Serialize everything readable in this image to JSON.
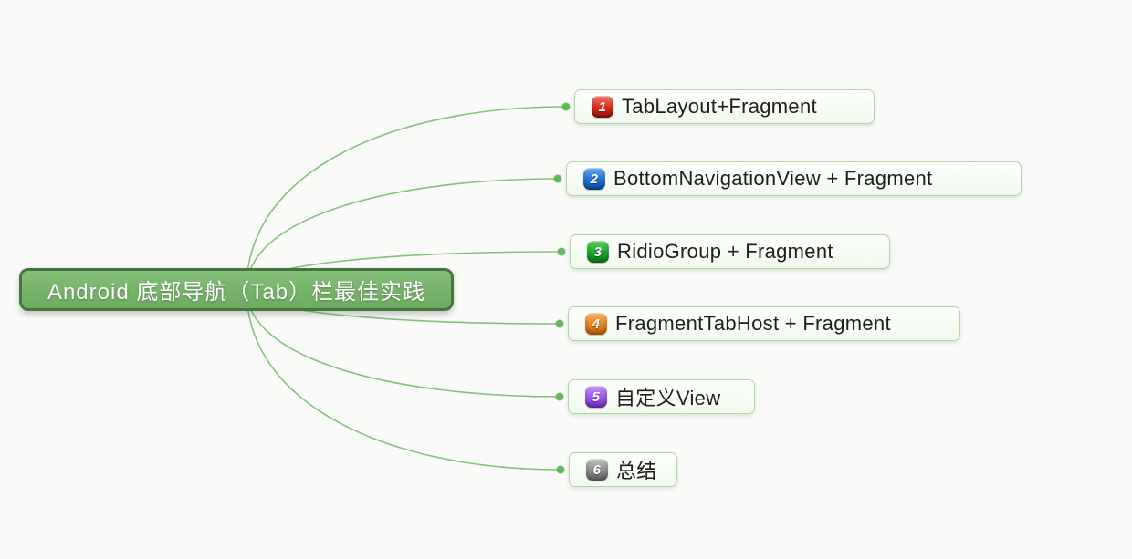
{
  "canvas": {
    "background_color": "#fafaf9"
  },
  "root": {
    "label": "Android 底部导航（Tab）栏最佳实践",
    "fill_color": "#77b36b",
    "border_color": "#44763e",
    "text_color": "#ffffff"
  },
  "connector": {
    "line_color": "#86c27d",
    "dot_color": "#64b95b"
  },
  "nodes": [
    {
      "label": "TabLayout+Fragment",
      "badge": {
        "number": "1",
        "color": "#d8281c"
      }
    },
    {
      "label": "BottomNavigationView + Fragment",
      "badge": {
        "number": "2",
        "color": "#1e6fd0"
      }
    },
    {
      "label": "RidioGroup + Fragment",
      "badge": {
        "number": "3",
        "color": "#1ea32c"
      }
    },
    {
      "label": "FragmentTabHost + Fragment",
      "badge": {
        "number": "4",
        "color": "#e2821f"
      }
    },
    {
      "label": "自定义View",
      "badge": {
        "number": "5",
        "color": "#9b55e8"
      }
    },
    {
      "label": "总结",
      "badge": {
        "number": "6",
        "color": "#8a8a8a"
      }
    }
  ]
}
